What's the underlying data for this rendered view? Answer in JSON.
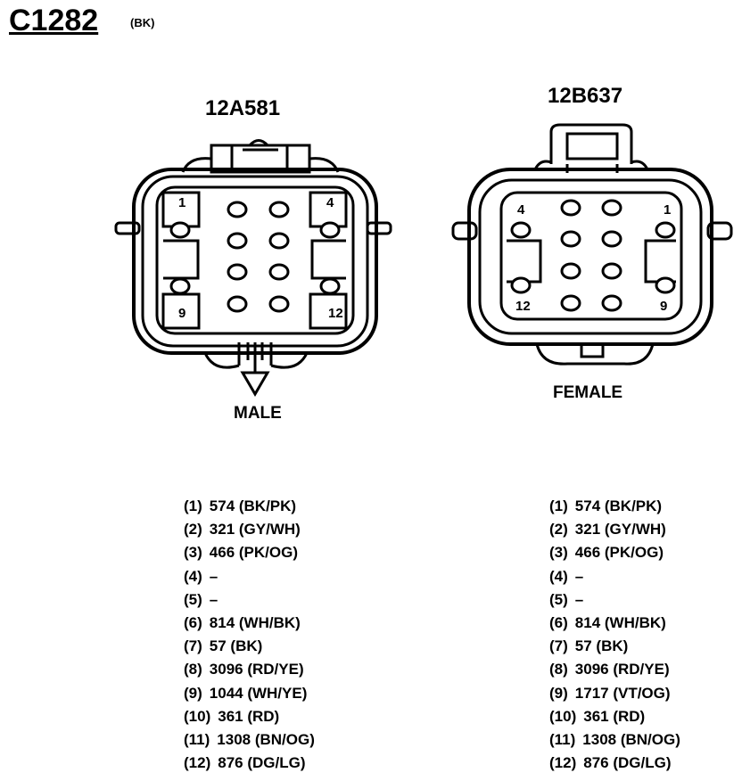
{
  "connector": {
    "id": "C1282",
    "color_code": "(BK)"
  },
  "male": {
    "part_number": "12A581",
    "label": "MALE",
    "corner_numbers": [
      "1",
      "4",
      "9",
      "12"
    ],
    "pins": [
      {
        "num": "(1)",
        "desc": "574 (BK/PK)"
      },
      {
        "num": "(2)",
        "desc": "321 (GY/WH)"
      },
      {
        "num": "(3)",
        "desc": "466 (PK/OG)"
      },
      {
        "num": "(4)",
        "desc": "–"
      },
      {
        "num": "(5)",
        "desc": "–"
      },
      {
        "num": "(6)",
        "desc": "814 (WH/BK)"
      },
      {
        "num": "(7)",
        "desc": "57 (BK)"
      },
      {
        "num": "(8)",
        "desc": "3096 (RD/YE)"
      },
      {
        "num": "(9)",
        "desc": "1044 (WH/YE)"
      },
      {
        "num": "(10)",
        "desc": "361 (RD)"
      },
      {
        "num": "(11)",
        "desc": "1308 (BN/OG)"
      },
      {
        "num": "(12)",
        "desc": "876 (DG/LG)"
      }
    ]
  },
  "female": {
    "part_number": "12B637",
    "label": "FEMALE",
    "corner_numbers": [
      "4",
      "1",
      "12",
      "9"
    ],
    "pins": [
      {
        "num": "(1)",
        "desc": "574 (BK/PK)"
      },
      {
        "num": "(2)",
        "desc": "321 (GY/WH)"
      },
      {
        "num": "(3)",
        "desc": "466 (PK/OG)"
      },
      {
        "num": "(4)",
        "desc": "–"
      },
      {
        "num": "(5)",
        "desc": "–"
      },
      {
        "num": "(6)",
        "desc": "814 (WH/BK)"
      },
      {
        "num": "(7)",
        "desc": "57 (BK)"
      },
      {
        "num": "(8)",
        "desc": "3096 (RD/YE)"
      },
      {
        "num": "(9)",
        "desc": "1717 (VT/OG)"
      },
      {
        "num": "(10)",
        "desc": "361 (RD)"
      },
      {
        "num": "(11)",
        "desc": "1308 (BN/OG)"
      },
      {
        "num": "(12)",
        "desc": "876 (DG/LG)"
      }
    ]
  }
}
